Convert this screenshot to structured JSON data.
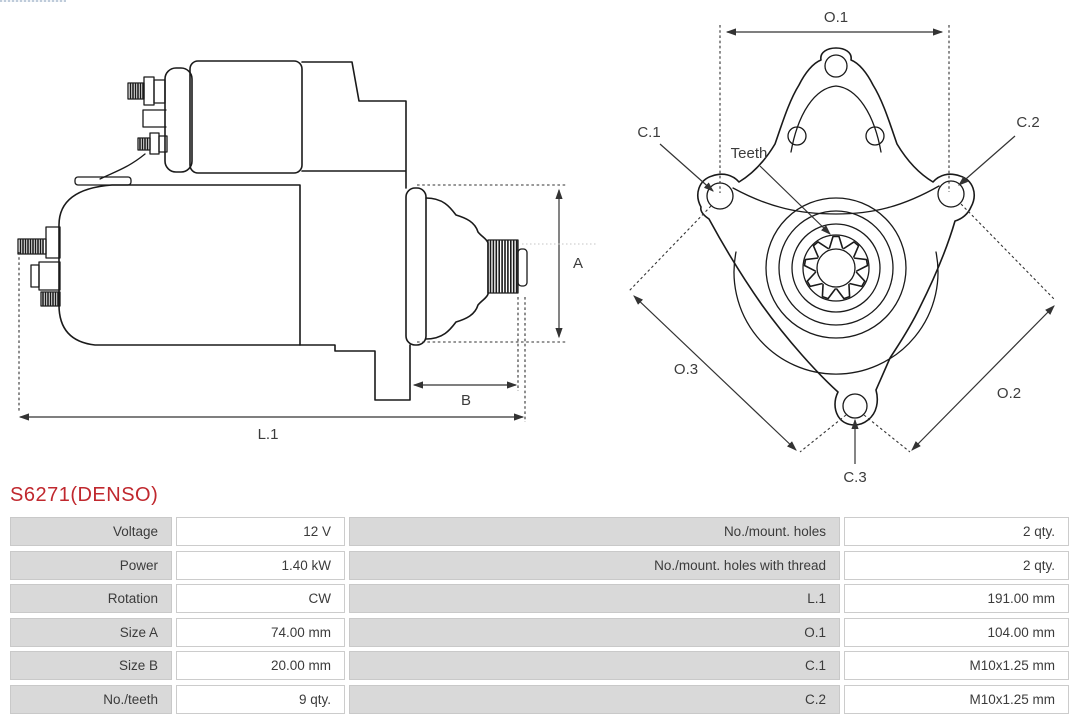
{
  "part": {
    "title": "S6271(DENSO)"
  },
  "colors": {
    "accent_red": "#c0282e",
    "drawing_line": "#1a1a1a",
    "dimension_line": "#333333",
    "table_label_bg": "#d9d9d9",
    "table_border": "#c9c9c9",
    "table_text": "#3b3b3b"
  },
  "drawing": {
    "side_view": {
      "labels": {
        "l1": "L.1",
        "a": "A",
        "b": "B"
      }
    },
    "front_view": {
      "labels": {
        "o1": "O.1",
        "o2": "O.2",
        "o3": "O.3",
        "c1": "C.1",
        "c2": "C.2",
        "c3": "C.3",
        "teeth": "Teeth"
      }
    }
  },
  "spec_table": {
    "rows": [
      {
        "cells": [
          "Voltage",
          "12 V",
          "No./mount. holes",
          "2 qty."
        ]
      },
      {
        "cells": [
          "Power",
          "1.40 kW",
          "No./mount. holes with thread",
          "2 qty."
        ]
      },
      {
        "cells": [
          "Rotation",
          "CW",
          "L.1",
          "191.00 mm"
        ]
      },
      {
        "cells": [
          "Size A",
          "74.00 mm",
          "O.1",
          "104.00 mm"
        ]
      },
      {
        "cells": [
          "Size B",
          "20.00 mm",
          "C.1",
          "M10x1.25 mm"
        ]
      },
      {
        "cells": [
          "No./teeth",
          "9 qty.",
          "C.2",
          "M10x1.25 mm"
        ]
      }
    ]
  }
}
